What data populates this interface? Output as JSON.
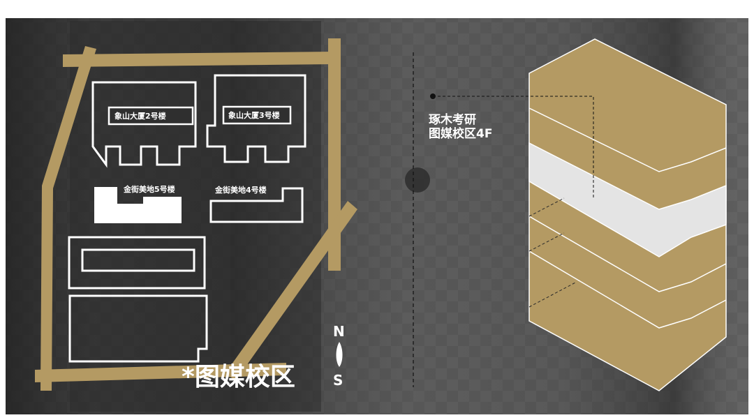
{
  "colors": {
    "road": "#b49a63",
    "background_dark": "#404040",
    "floor_fill": "#b49a63",
    "highlight_floor": "#e4e4e4",
    "outline": "#ffffff"
  },
  "map": {
    "buildings": [
      {
        "label": "象山大厦2号楼",
        "style": "outline"
      },
      {
        "label": "象山大厦3号楼",
        "style": "outline"
      },
      {
        "label": "金街美地5号楼",
        "style": "filled"
      },
      {
        "label": "金街美地4号楼",
        "style": "outline"
      }
    ],
    "unlabeled_buildings": 2,
    "campus_title": "*图媒校区",
    "compass": {
      "north": "N",
      "south": "S"
    }
  },
  "floor_stack": {
    "callout_line1": "琢木考研",
    "callout_line2": "图媒校区4F",
    "floors": 5,
    "highlighted_floor": 4
  }
}
